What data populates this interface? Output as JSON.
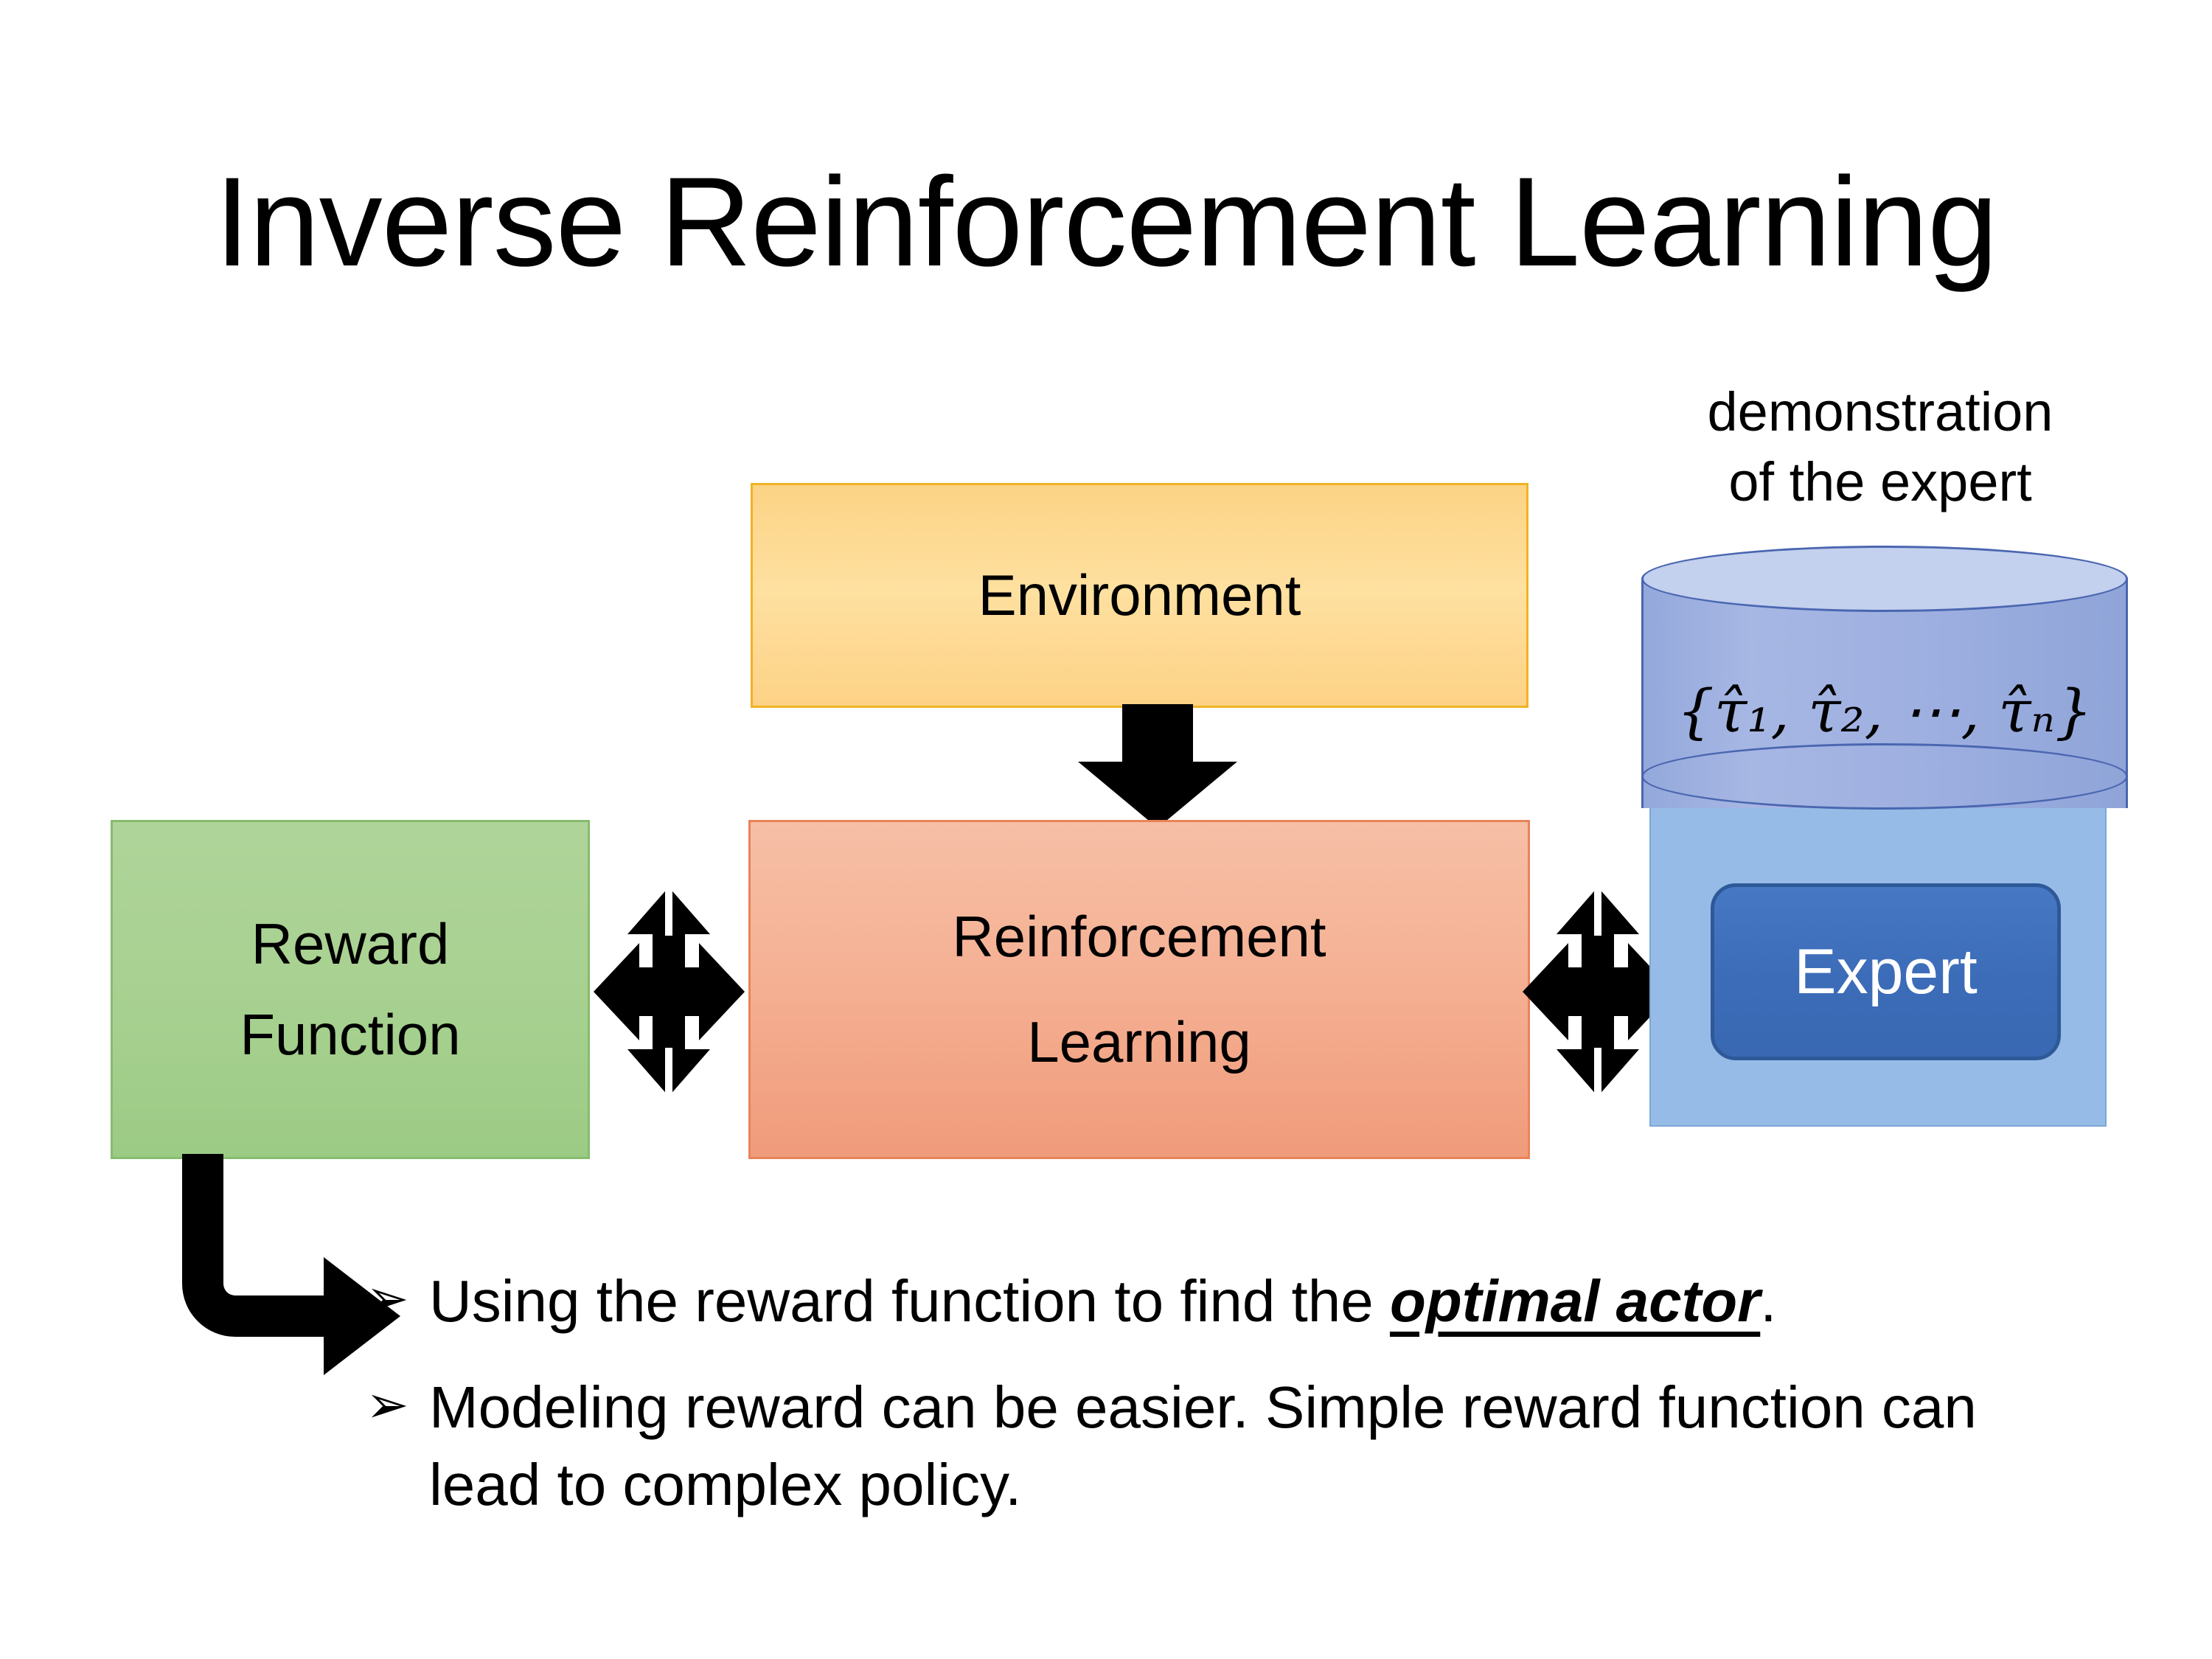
{
  "slide": {
    "title": "Inverse Reinforcement Learning",
    "background_color": "#FFFFFF"
  },
  "diagram": {
    "environment": {
      "label": "Environment",
      "fill_color": "#FDD286",
      "border_color": "#F0B323"
    },
    "reinforcement_learning": {
      "label_line1": "Reinforcement",
      "label_line2": "Learning",
      "fill_color": "#F5B194",
      "border_color": "#E8835A"
    },
    "reward_function": {
      "label_line1": "Reward",
      "label_line2": "Function",
      "fill_color": "#A8D191",
      "border_color": "#86BC6E"
    },
    "demonstration": {
      "caption_line1": "demonstration",
      "caption_line2": "of the expert",
      "dataset_open": "{",
      "dataset_items": [
        "τ̂1",
        "τ̂2",
        "⋯",
        "τ̂N"
      ],
      "dataset_text": "{τ̂₁, τ̂₂, ⋯, τ̂ₙ}",
      "cylinder_body_color": "#9DAFE0",
      "cylinder_top_color": "#C3D0EE",
      "cylinder_stroke_color": "#4A66B0"
    },
    "expert": {
      "label": "Expert",
      "button_color": "#3C6CB8",
      "button_border_color": "#2E5999",
      "panel_color": "#96BBE6",
      "text_color": "#FFFFFF"
    },
    "connectors": [
      {
        "name": "environment-to-rl-arrow",
        "type": "down-arrow",
        "from": "Environment",
        "to": "Reinforcement Learning",
        "color": "#000000"
      },
      {
        "name": "reward-rl-arrow",
        "type": "bidirectional-star-arrow",
        "from": "Reward Function",
        "to": "Reinforcement Learning",
        "color": "#000000"
      },
      {
        "name": "rl-expert-arrow",
        "type": "bidirectional-star-arrow",
        "from": "Reinforcement Learning",
        "to": "Expert",
        "color": "#000000"
      },
      {
        "name": "reward-to-bullet-elbow-arrow",
        "type": "elbow-arrow",
        "from": "Reward Function",
        "to": "bullet-1",
        "color": "#000000"
      }
    ]
  },
  "notes": {
    "bullet_marker": "➢",
    "items": [
      {
        "prefix": "Using the reward function to find the ",
        "emphasis": "optimal actor",
        "suffix": "."
      },
      {
        "prefix": "Modeling reward can be easier. Simple reward function can lead to complex policy.",
        "emphasis": "",
        "suffix": ""
      }
    ]
  }
}
